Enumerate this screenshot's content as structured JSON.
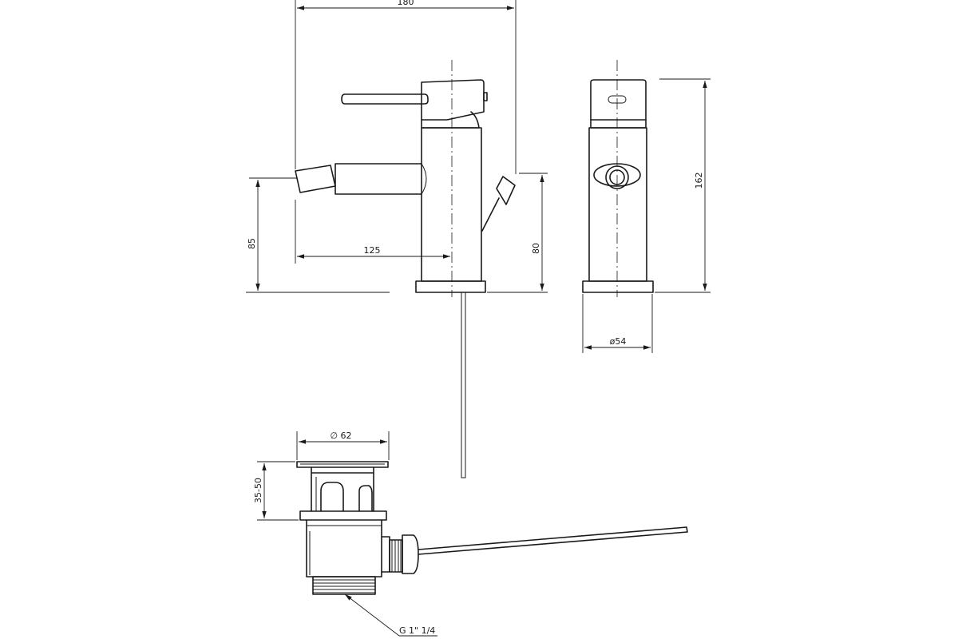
{
  "dimensions": {
    "overall_width": "180",
    "spout_height": "85",
    "spout_reach": "125",
    "lever_height": "80",
    "total_height": "162",
    "base_diameter": "ø54",
    "waste_diameter": "∅ 62",
    "waste_adjust": "35-50",
    "waste_thread": "G 1\" 1/4"
  }
}
